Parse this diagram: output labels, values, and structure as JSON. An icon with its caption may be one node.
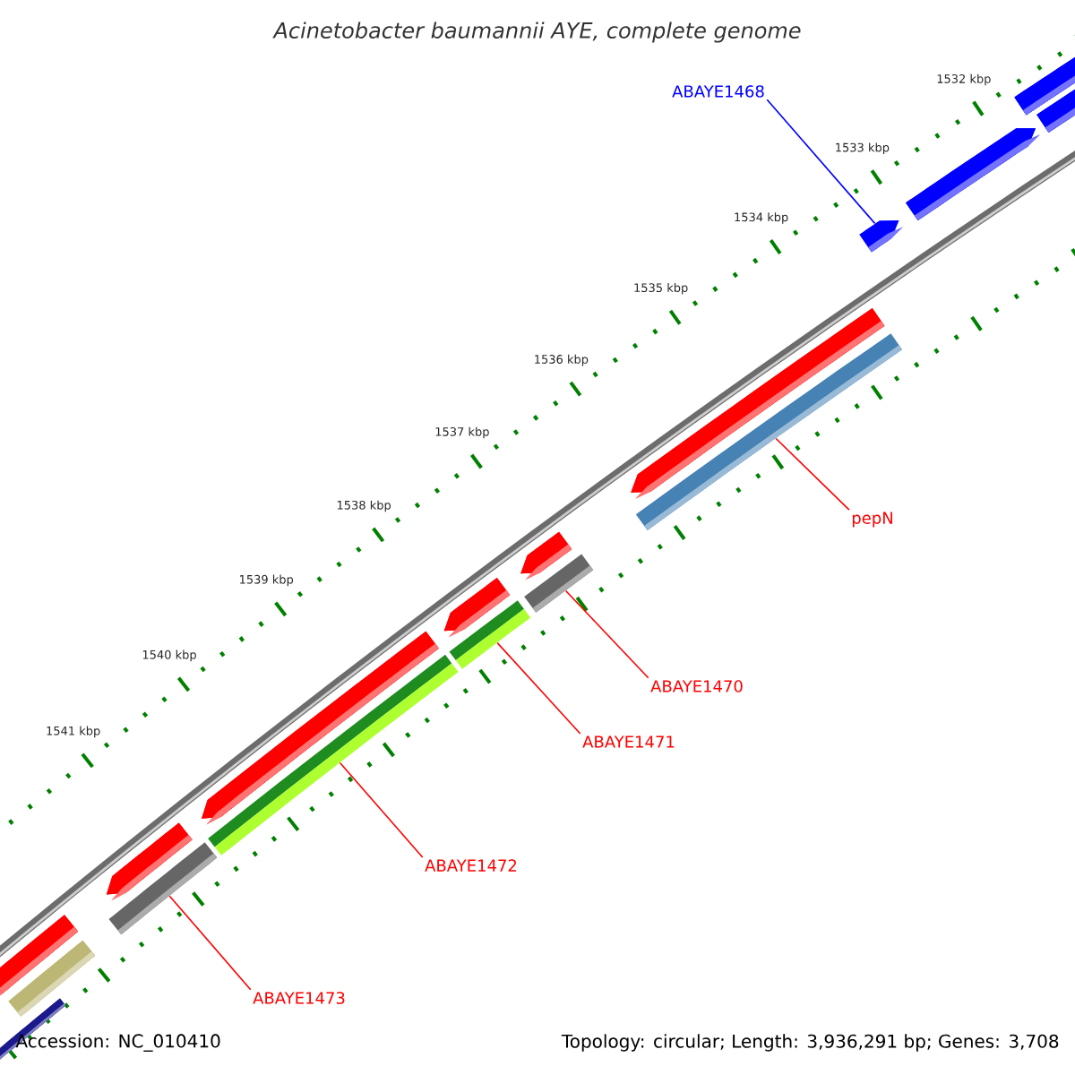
{
  "diagram": {
    "title": "Acinetobacter baumannii AYE, complete genome",
    "nodes": [
      {
        "text": [
          "ABAYE1468"
        ]
      },
      {
        "text": [],
        "shape": "bar"
      },
      {
        "text": [
          "pepN"
        ]
      },
      {
        "text": [],
        "shape": "bar"
      },
      {
        "text": [
          "ABAYE1470"
        ]
      },
      {
        "text": [],
        "shape": "bar"
      },
      {
        "text": [
          "ABAYE1471"
        ]
      },
      {
        "text": [],
        "shape": "bar"
      },
      {
        "text": [
          "ABAYE1472"
        ]
      },
      {
        "text": [],
        "shape": "bar"
      },
      {
        "text": [
          "ABAYE1473"
        ]
      },
      {
        "text": [],
        "shape": "bar"
      },
      {
        "text": [],
        "shape": "bar"
      },
      {
        "text": [],
        "shape": "bar"
      },
      {
        "text": [],
        "shape": "bar"
      },
      {
        "text": [],
        "shape": "bar"
      },
      {
        "text": [],
        "shape": "bar"
      },
      {
        "text": [],
        "shape": "bar"
      },
      {
        "text": [],
        "shape": "bar"
      },
      {
        "text": [],
        "shape": "bar"
      },
      {
        "text": [],
        "shape": "bar"
      },
      {
        "text": [],
        "shape": "bar"
      },
      {
        "text": [],
        "shape": "bar"
      }
    ],
    "edges": [
      {
        "from": 0,
        "to": 1,
        "arrow": "none",
        "color": "#0000ff"
      },
      {
        "from": 2,
        "to": 3,
        "arrow": "none"
      },
      {
        "from": 4,
        "to": 5,
        "arrow": "none"
      },
      {
        "from": 6,
        "to": 7,
        "arrow": "none"
      },
      {
        "from": 8,
        "to": 9,
        "arrow": "none"
      },
      {
        "from": 10,
        "to": 11,
        "arrow": "none"
      }
    ],
    "labels": [
      "1532 kbp",
      "1533 kbp",
      "1534 kbp",
      "1535 kbp",
      "1536 kbp",
      "1537 kbp",
      "1538 kbp",
      "1539 kbp",
      "1540 kbp",
      "1541 kbp",
      "Accession: NC_010410",
      "Topology: circular; Length: 3,936,291 bp; Genes: 3,708"
    ]
  }
}
